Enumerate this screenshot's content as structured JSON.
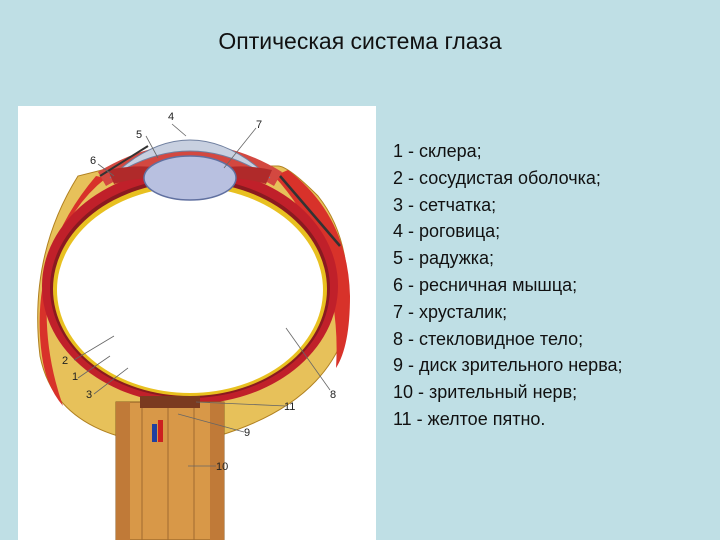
{
  "title": "Оптическая система глаза",
  "legend": [
    "1 - склера;",
    "2 - сосудистая оболочка;",
    "3 - сетчатка;",
    "4 - роговица;",
    "5 - радужка;",
    "6 - ресничная мышца;",
    "7 - хрусталик;",
    "8 - стекловидное тело;",
    "9 - диск зрительного нерва;",
    "10 - зрительный нерв;",
    "11 - желтое пятно."
  ],
  "diagram_labels": {
    "n1": "1",
    "n2": "2",
    "n3": "3",
    "n4": "4",
    "n5": "5",
    "n6": "6",
    "n7": "7",
    "n8": "8",
    "n9": "9",
    "n10": "10",
    "n11": "11"
  },
  "colors": {
    "background": "#bfdfe5",
    "sclera_outer": "#d8322a",
    "fat_tissue": "#e0b040",
    "choroid": "#c0202a",
    "retina": "#e8c020",
    "cornea": "#c8d0e0",
    "lens": "#b8c0e0",
    "nerve": "#d89848"
  }
}
